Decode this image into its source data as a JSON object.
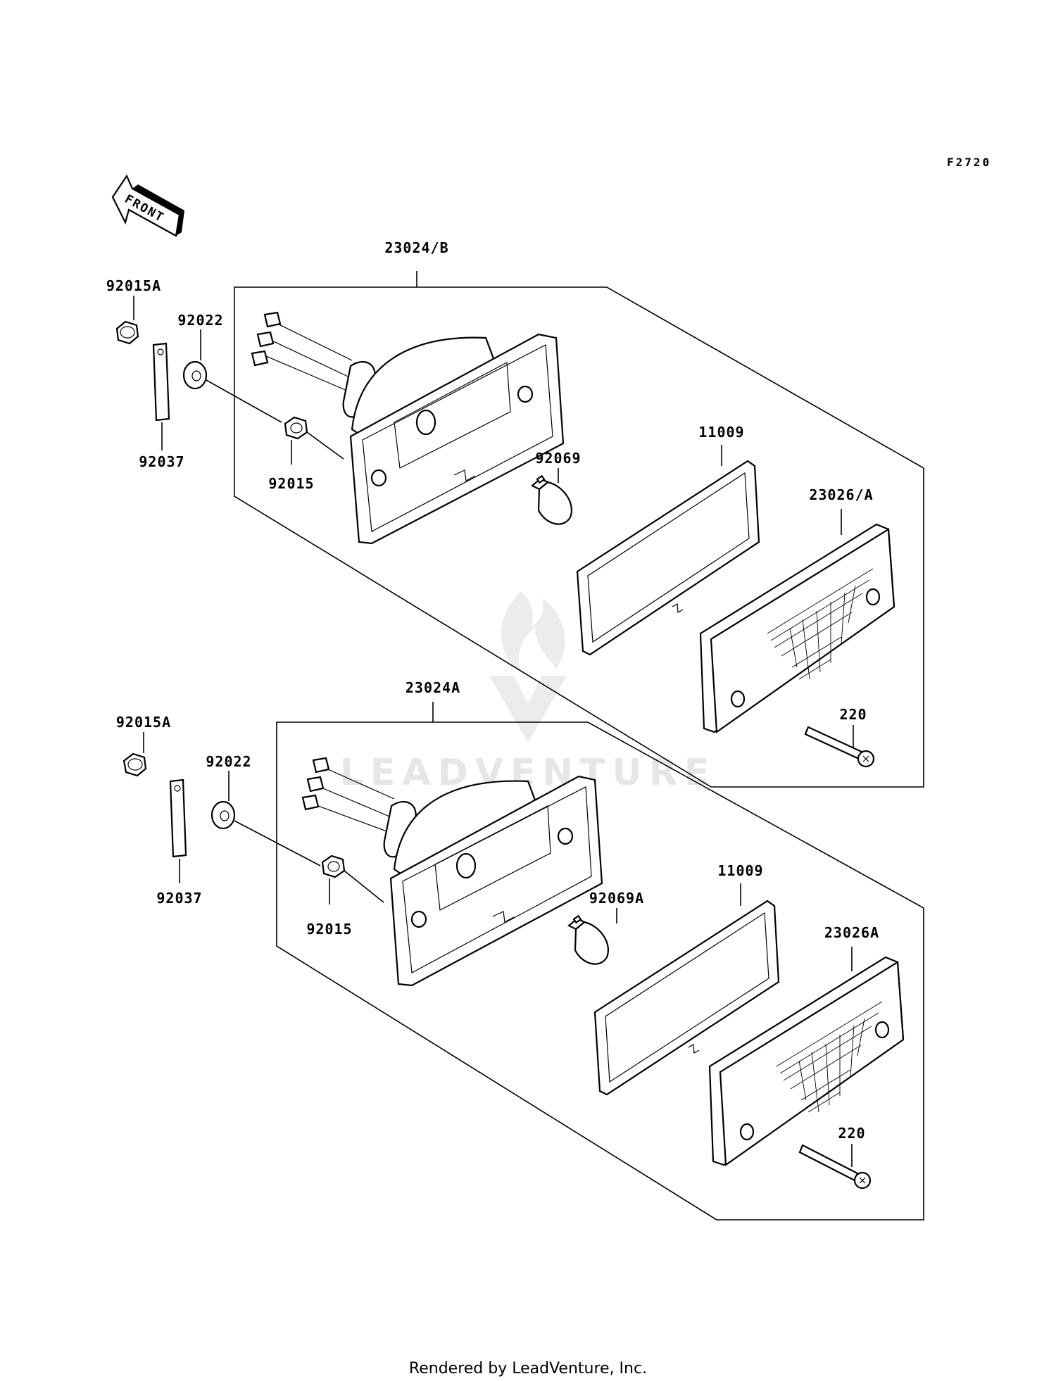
{
  "diagram_code": "F2720",
  "front_arrow_label": "FRONT",
  "upper_assembly": {
    "assembly_label": "23024/B",
    "nut_flange_label": "92015A",
    "washer_label": "92022",
    "connector_label": "92037",
    "nut_label": "92015",
    "bulb_label": "92069",
    "gasket_label": "11009",
    "lens_label": "23026/A",
    "screw_label": "220"
  },
  "lower_assembly": {
    "assembly_label": "23024A",
    "nut_flange_label": "92015A",
    "washer_label": "92022",
    "connector_label": "92037",
    "nut_label": "92015",
    "bulb_label": "92069A",
    "gasket_label": "11009",
    "lens_label": "23026A",
    "screw_label": "220"
  },
  "watermark": "LEADVENTURE",
  "footer_text": "Rendered by LeadVenture, Inc."
}
